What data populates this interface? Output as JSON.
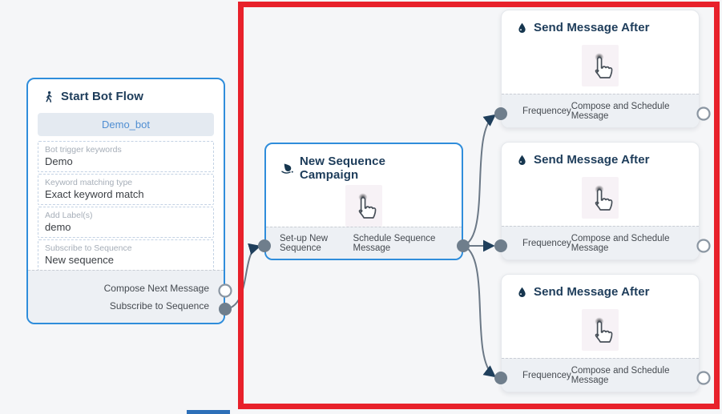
{
  "canvas": {
    "background": "#f5f6f8"
  },
  "highlight": {
    "color": "#e8212b"
  },
  "start_node": {
    "title": "Start Bot Flow",
    "icon": "walking-person-icon",
    "bot_name": "Demo_bot",
    "fields": [
      {
        "label": "Bot trigger keywords",
        "value": "Demo"
      },
      {
        "label": "Keyword matching type",
        "value": "Exact keyword match"
      },
      {
        "label": "Add Label(s)",
        "value": "demo"
      },
      {
        "label": "Subscribe to Sequence",
        "value": "New sequence"
      }
    ],
    "outputs": [
      {
        "label": "Compose Next Message",
        "port": "hollow"
      },
      {
        "label": "Subscribe to Sequence",
        "port": "filled"
      }
    ]
  },
  "campaign_node": {
    "title": "New Sequence Campaign",
    "icon": "ink-splash-icon",
    "output_left": "Set-up New Sequence",
    "output_right": "Schedule Sequence Message"
  },
  "send_nodes": [
    {
      "title": "Send Message After",
      "icon": "droplet-icon",
      "input": "Frequencey",
      "output": "Compose and Schedule Message"
    },
    {
      "title": "Send Message After",
      "icon": "droplet-icon",
      "input": "Frequencey",
      "output": "Compose and Schedule Message"
    },
    {
      "title": "Send Message After",
      "icon": "droplet-icon",
      "input": "Frequencey",
      "output": "Compose and Schedule Message"
    }
  ],
  "colors": {
    "node_border_selected": "#2f8ddb",
    "edge": "#6b7886",
    "port_filled": "#6f7e8c",
    "arrowhead": "#1f3f5c",
    "title_text": "#1d3c5a",
    "footer_bg": "#edf0f4"
  }
}
